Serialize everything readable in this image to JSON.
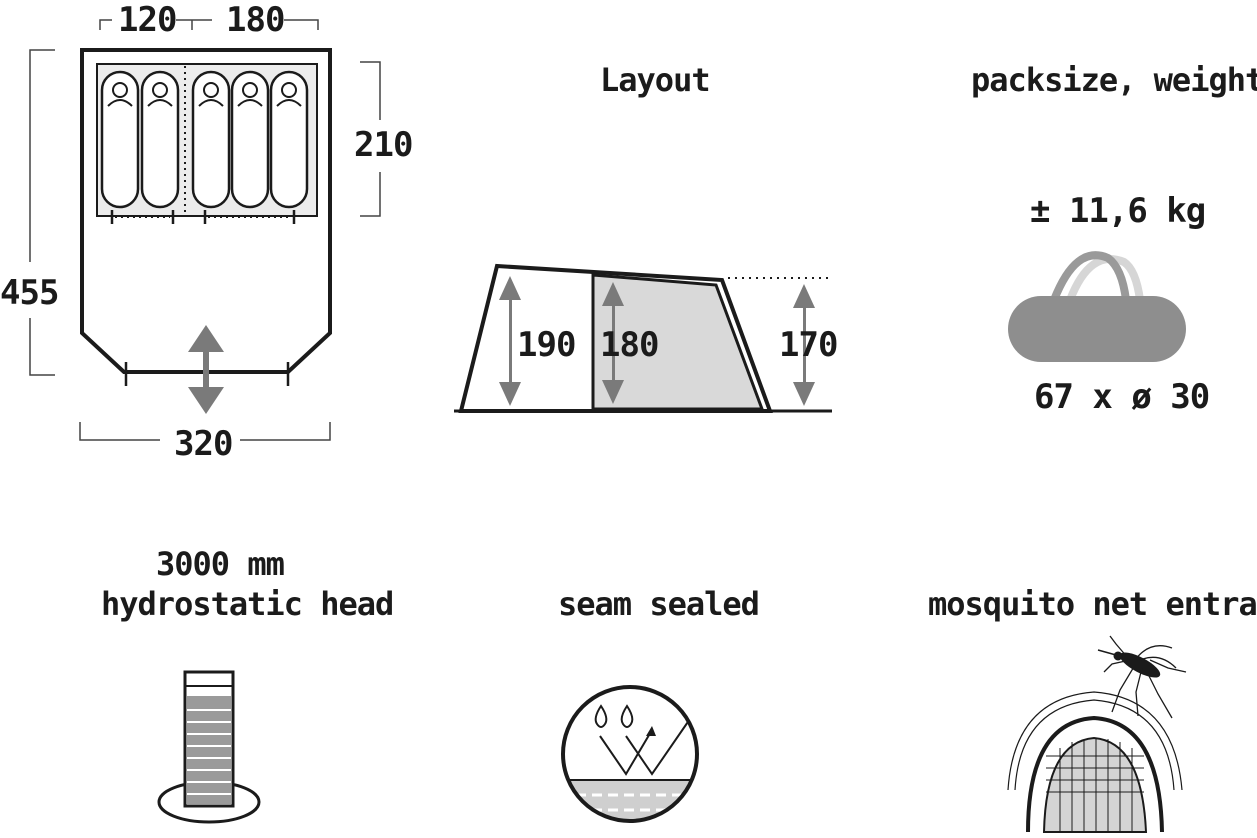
{
  "floorplan": {
    "width_left": "120",
    "width_right": "180",
    "depth_bedroom": "210",
    "total_depth": "455",
    "total_width": "320"
  },
  "layout": {
    "title": "Layout",
    "height_front": "190",
    "height_inner": "180",
    "height_back": "170"
  },
  "pack": {
    "title": "packsize, weight",
    "weight": "± 11,6 kg",
    "size": "67 x ø 30"
  },
  "hydro": {
    "title_line1": "3000 mm",
    "title_line2": "hydrostatic head"
  },
  "seam": {
    "title": "seam sealed"
  },
  "mosquito": {
    "title": "mosquito net entrance"
  },
  "colors": {
    "line": "#1b1b1b",
    "fill_light": "#ececec",
    "fill_mid": "#d9d9d9",
    "arrow": "#7a7a7a",
    "bag": "#8e8e8e"
  }
}
